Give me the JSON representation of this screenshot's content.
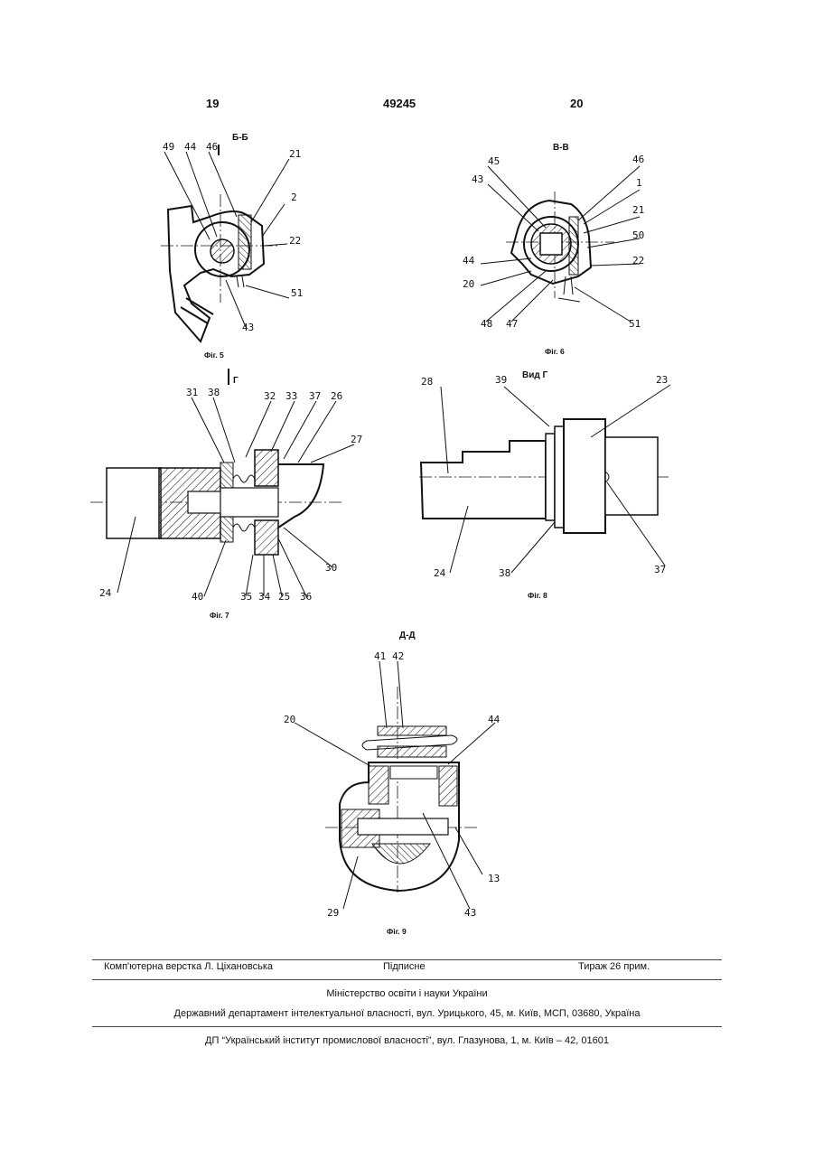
{
  "header": {
    "page_left": "19",
    "patent_number": "49245",
    "page_right": "20"
  },
  "fig5": {
    "section": "Б-Б",
    "caption": "Фіг. 5",
    "labels": {
      "l49": "49",
      "l44": "44",
      "l46": "46",
      "l21": "21",
      "l2": "2",
      "l22": "22",
      "l51": "51",
      "l43": "43"
    }
  },
  "fig6": {
    "section": "В-В",
    "caption": "Фіг. 6",
    "labels": {
      "l45": "45",
      "l43": "43",
      "l46": "46",
      "l1": "1",
      "l21": "21",
      "l50": "50",
      "l44": "44",
      "l22": "22",
      "l20": "20",
      "l48": "48",
      "l47": "47",
      "l51": "51"
    }
  },
  "fig7": {
    "view_marker": "Г",
    "caption": "Фіг. 7",
    "labels": {
      "l31": "31",
      "l38": "38",
      "l32": "32",
      "l33": "33",
      "l37": "37",
      "l26": "26",
      "l27": "27",
      "l24": "24",
      "l30": "30",
      "l40": "40",
      "l35": "35",
      "l34": "34",
      "l25": "25",
      "l36": "36"
    }
  },
  "fig8": {
    "section": "Вид Г",
    "caption": "Фіг. 8",
    "labels": {
      "l28": "28",
      "l39": "39",
      "l23": "23",
      "l24": "24",
      "l38": "38",
      "l37": "37"
    }
  },
  "fig9": {
    "section": "Д-Д",
    "caption": "Фіг. 9",
    "labels": {
      "l41": "41",
      "l42": "42",
      "l20": "20",
      "l44": "44",
      "l13": "13",
      "l29": "29",
      "l43": "43"
    }
  },
  "footer": {
    "layout": "Комп'ютерна верстка Л. Ціхановська",
    "signed": "Підписне",
    "circulation": "Тираж 26 прим.",
    "ministry": "Міністерство освіти і науки України",
    "department": "Державний департамент інтелектуальної власності, вул. Урицького, 45, м. Київ, МСП, 03680, Україна",
    "institute": "ДП “Український інститут промислової власності”, вул. Глазунова, 1, м. Київ – 42, 01601"
  }
}
